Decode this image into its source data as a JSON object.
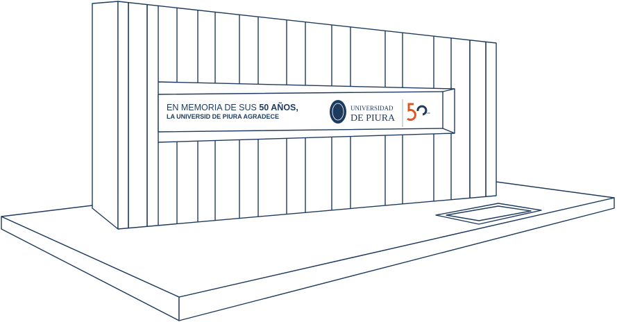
{
  "plaque": {
    "line1_regular": "EN MEMORIA DE SUS ",
    "line1_bold": "50 AÑOS,",
    "line2": "LA UNIVERSID DE PIURA AGRADECE",
    "logo_top": "UNIVERSIDAD",
    "logo_bottom": "DE PIURA",
    "anniv_digits": "50",
    "anniv_word": "años"
  },
  "colors": {
    "line": "#1e3a5f",
    "accent": "#e2541f"
  }
}
